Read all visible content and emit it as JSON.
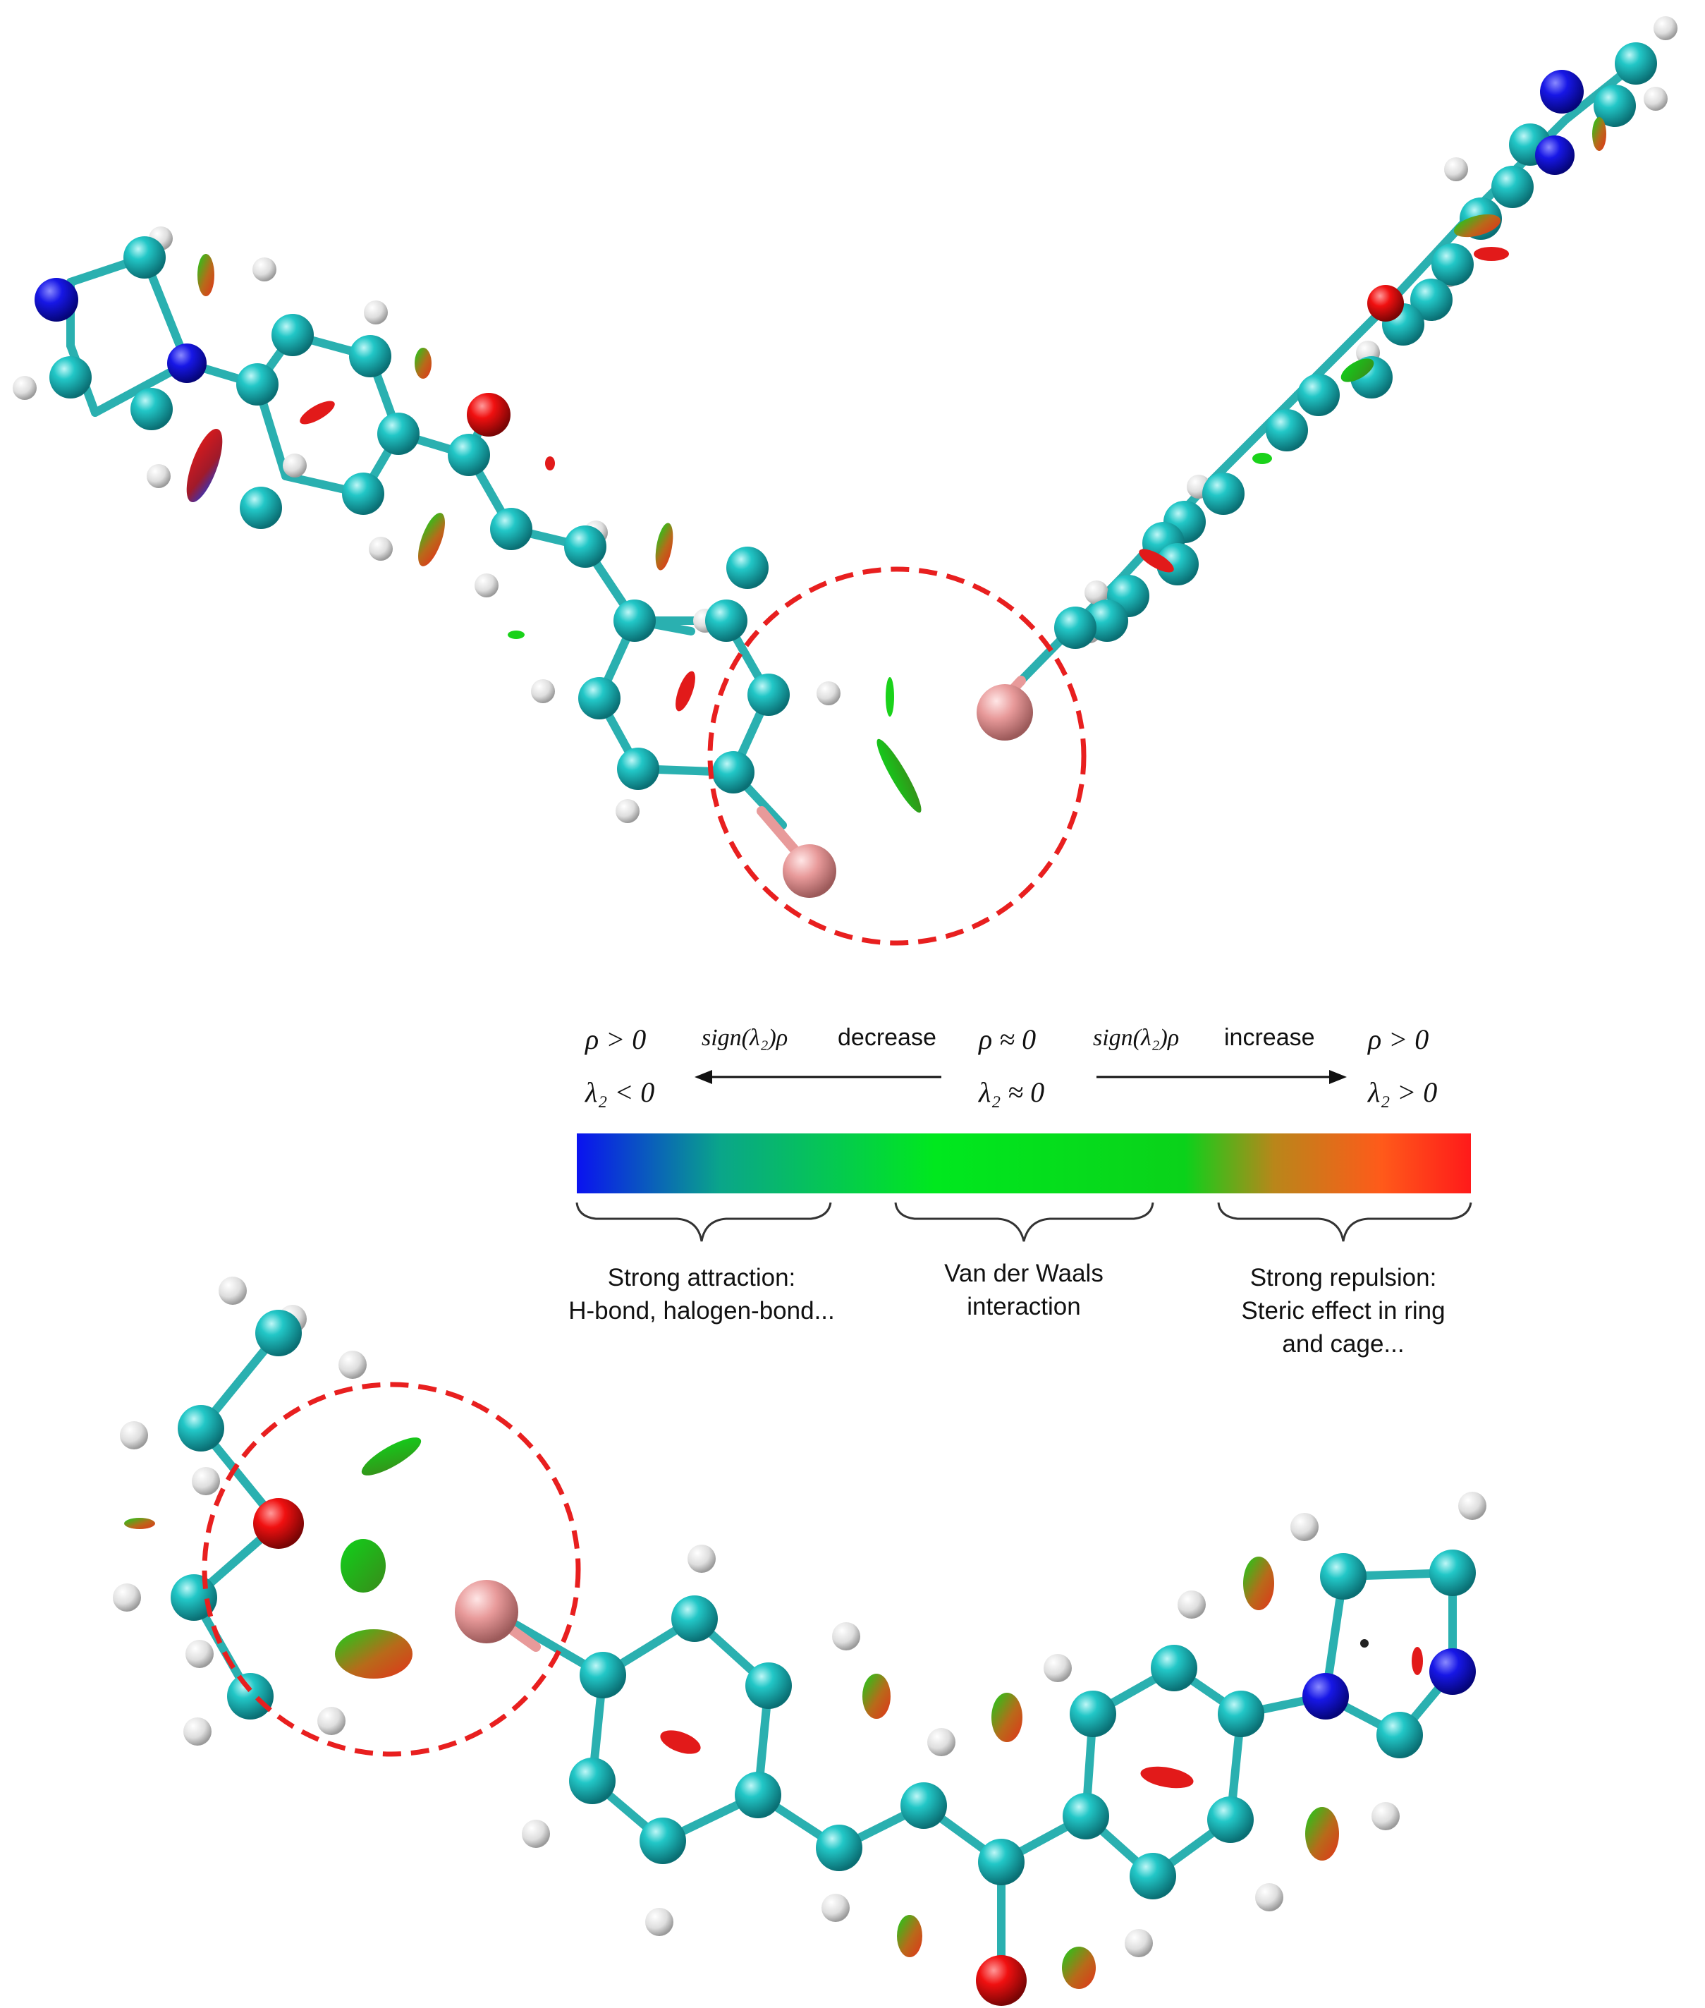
{
  "legend": {
    "left": {
      "rho": "ρ > 0",
      "lambda": "λ₂ < 0"
    },
    "center": {
      "rho": "ρ ≈ 0",
      "lambda": "λ₂ ≈ 0"
    },
    "right": {
      "rho": "ρ > 0",
      "lambda": "λ₂ > 0"
    },
    "arrow_left_label": {
      "sign": "sign(λ₂)ρ",
      "word": "decrease"
    },
    "arrow_right_label": {
      "sign": "sign(λ₂)ρ",
      "word": "increase"
    },
    "gradient_colors": [
      "#0a12f0",
      "#0aa58a",
      "#00e81e",
      "#0ad21a",
      "#b9861a",
      "#ff5a1a",
      "#ff1a1a"
    ],
    "captions": {
      "strong_attraction": [
        "Strong attraction:",
        "H-bond, halogen-bond..."
      ],
      "van_der_waals": [
        "Van der Waals",
        "interaction"
      ],
      "strong_repulsion": [
        "Strong repulsion:",
        "Steric effect in ring",
        "and cage..."
      ]
    }
  },
  "colors": {
    "carbon": "#19b8b8",
    "hydrogen": "#e8e8e8",
    "nitrogen": "#1414e0",
    "oxygen": "#e80f0f",
    "halogen": "#e89a9a",
    "bond": "#2ab0b0",
    "highlight_circle": "#e81f1f"
  }
}
